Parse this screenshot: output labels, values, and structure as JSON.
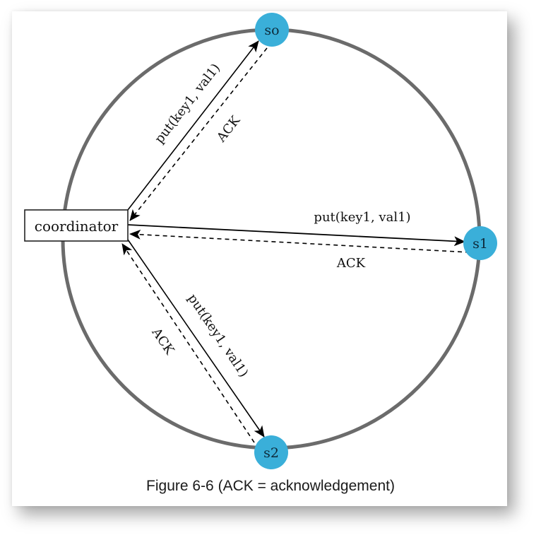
{
  "diagram": {
    "coordinator_label": "coordinator",
    "nodes": [
      {
        "id": "s0",
        "label": "so"
      },
      {
        "id": "s1",
        "label": "s1"
      },
      {
        "id": "s2",
        "label": "s2"
      }
    ],
    "edges": [
      {
        "from": "coordinator",
        "to": "s0",
        "label": "put(key1, val1)",
        "style": "solid"
      },
      {
        "from": "s0",
        "to": "coordinator",
        "label": "ACK",
        "style": "dashed"
      },
      {
        "from": "coordinator",
        "to": "s1",
        "label": "put(key1, val1)",
        "style": "solid"
      },
      {
        "from": "s1",
        "to": "coordinator",
        "label": "ACK",
        "style": "dashed"
      },
      {
        "from": "coordinator",
        "to": "s2",
        "label": "put(key1, val1)",
        "style": "solid"
      },
      {
        "from": "s2",
        "to": "coordinator",
        "label": "ACK",
        "style": "dashed"
      }
    ],
    "colors": {
      "ring": "#6b6b6b",
      "node_fill": "#3aafd9",
      "node_text": "#0d2a3a",
      "arrow": "#000000"
    }
  },
  "caption": "Figure 6-6 (ACK = acknowledgement)"
}
